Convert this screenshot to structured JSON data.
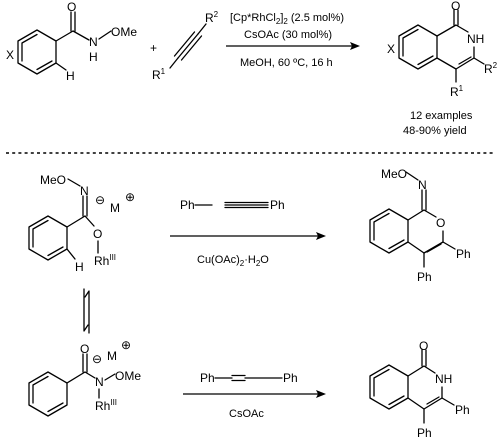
{
  "top_reaction": {
    "substrate": {
      "x": "X",
      "h": "H",
      "nh": "N",
      "nh_h": "H",
      "ome": "OMe",
      "o": "O"
    },
    "plus": "+",
    "alkyne": {
      "r1": "R",
      "r1_sup": "1",
      "r2": "R",
      "r2_sup": "2"
    },
    "conditions": {
      "catalyst_pre": "[Cp*RhCl",
      "catalyst_sub": "2",
      "catalyst_close": "]",
      "catalyst_sub2": "2",
      "catalyst_load": " (2.5 mol%)",
      "additive": "CsOAc (30 mol%)",
      "solvent": "MeOH, 60 ºC, 16 h"
    },
    "product": {
      "o": "O",
      "nh": "NH",
      "x": "X",
      "r1": "R",
      "r1_sup": "1",
      "r2": "R",
      "r2_sup": "2"
    },
    "summary": {
      "examples": "12 examples",
      "yield": "48-90% yield"
    }
  },
  "bottom_mechanism": {
    "intermediate_top": {
      "meo": "MeO",
      "n": "N",
      "minus": "⊖",
      "m": "M",
      "plus": "⊕",
      "o": "O",
      "rh": "Rh",
      "rh_sup": "III",
      "h": "H"
    },
    "reagent_top": {
      "ph_left": "Ph",
      "ph_right": "Ph",
      "below": "Cu(OAc)",
      "below_sub": "2",
      "below_tail": "·H",
      "below_sub2": "2",
      "below_end": "O"
    },
    "product_top": {
      "meo": "MeO",
      "n": "N",
      "o": "O",
      "ph_right": "Ph",
      "ph_bottom": "Ph"
    },
    "intermediate_bottom": {
      "o": "O",
      "minus": "⊖",
      "m": "M",
      "plus": "⊕",
      "n": "N",
      "ome": "OMe",
      "rh": "Rh",
      "rh_sup": "III"
    },
    "reagent_bottom": {
      "ph_left": "Ph",
      "ph_right": "Ph",
      "below": "CsOAc"
    },
    "product_bottom": {
      "o": "O",
      "nh": "NH",
      "ph_right": "Ph",
      "ph_bottom": "Ph"
    }
  }
}
